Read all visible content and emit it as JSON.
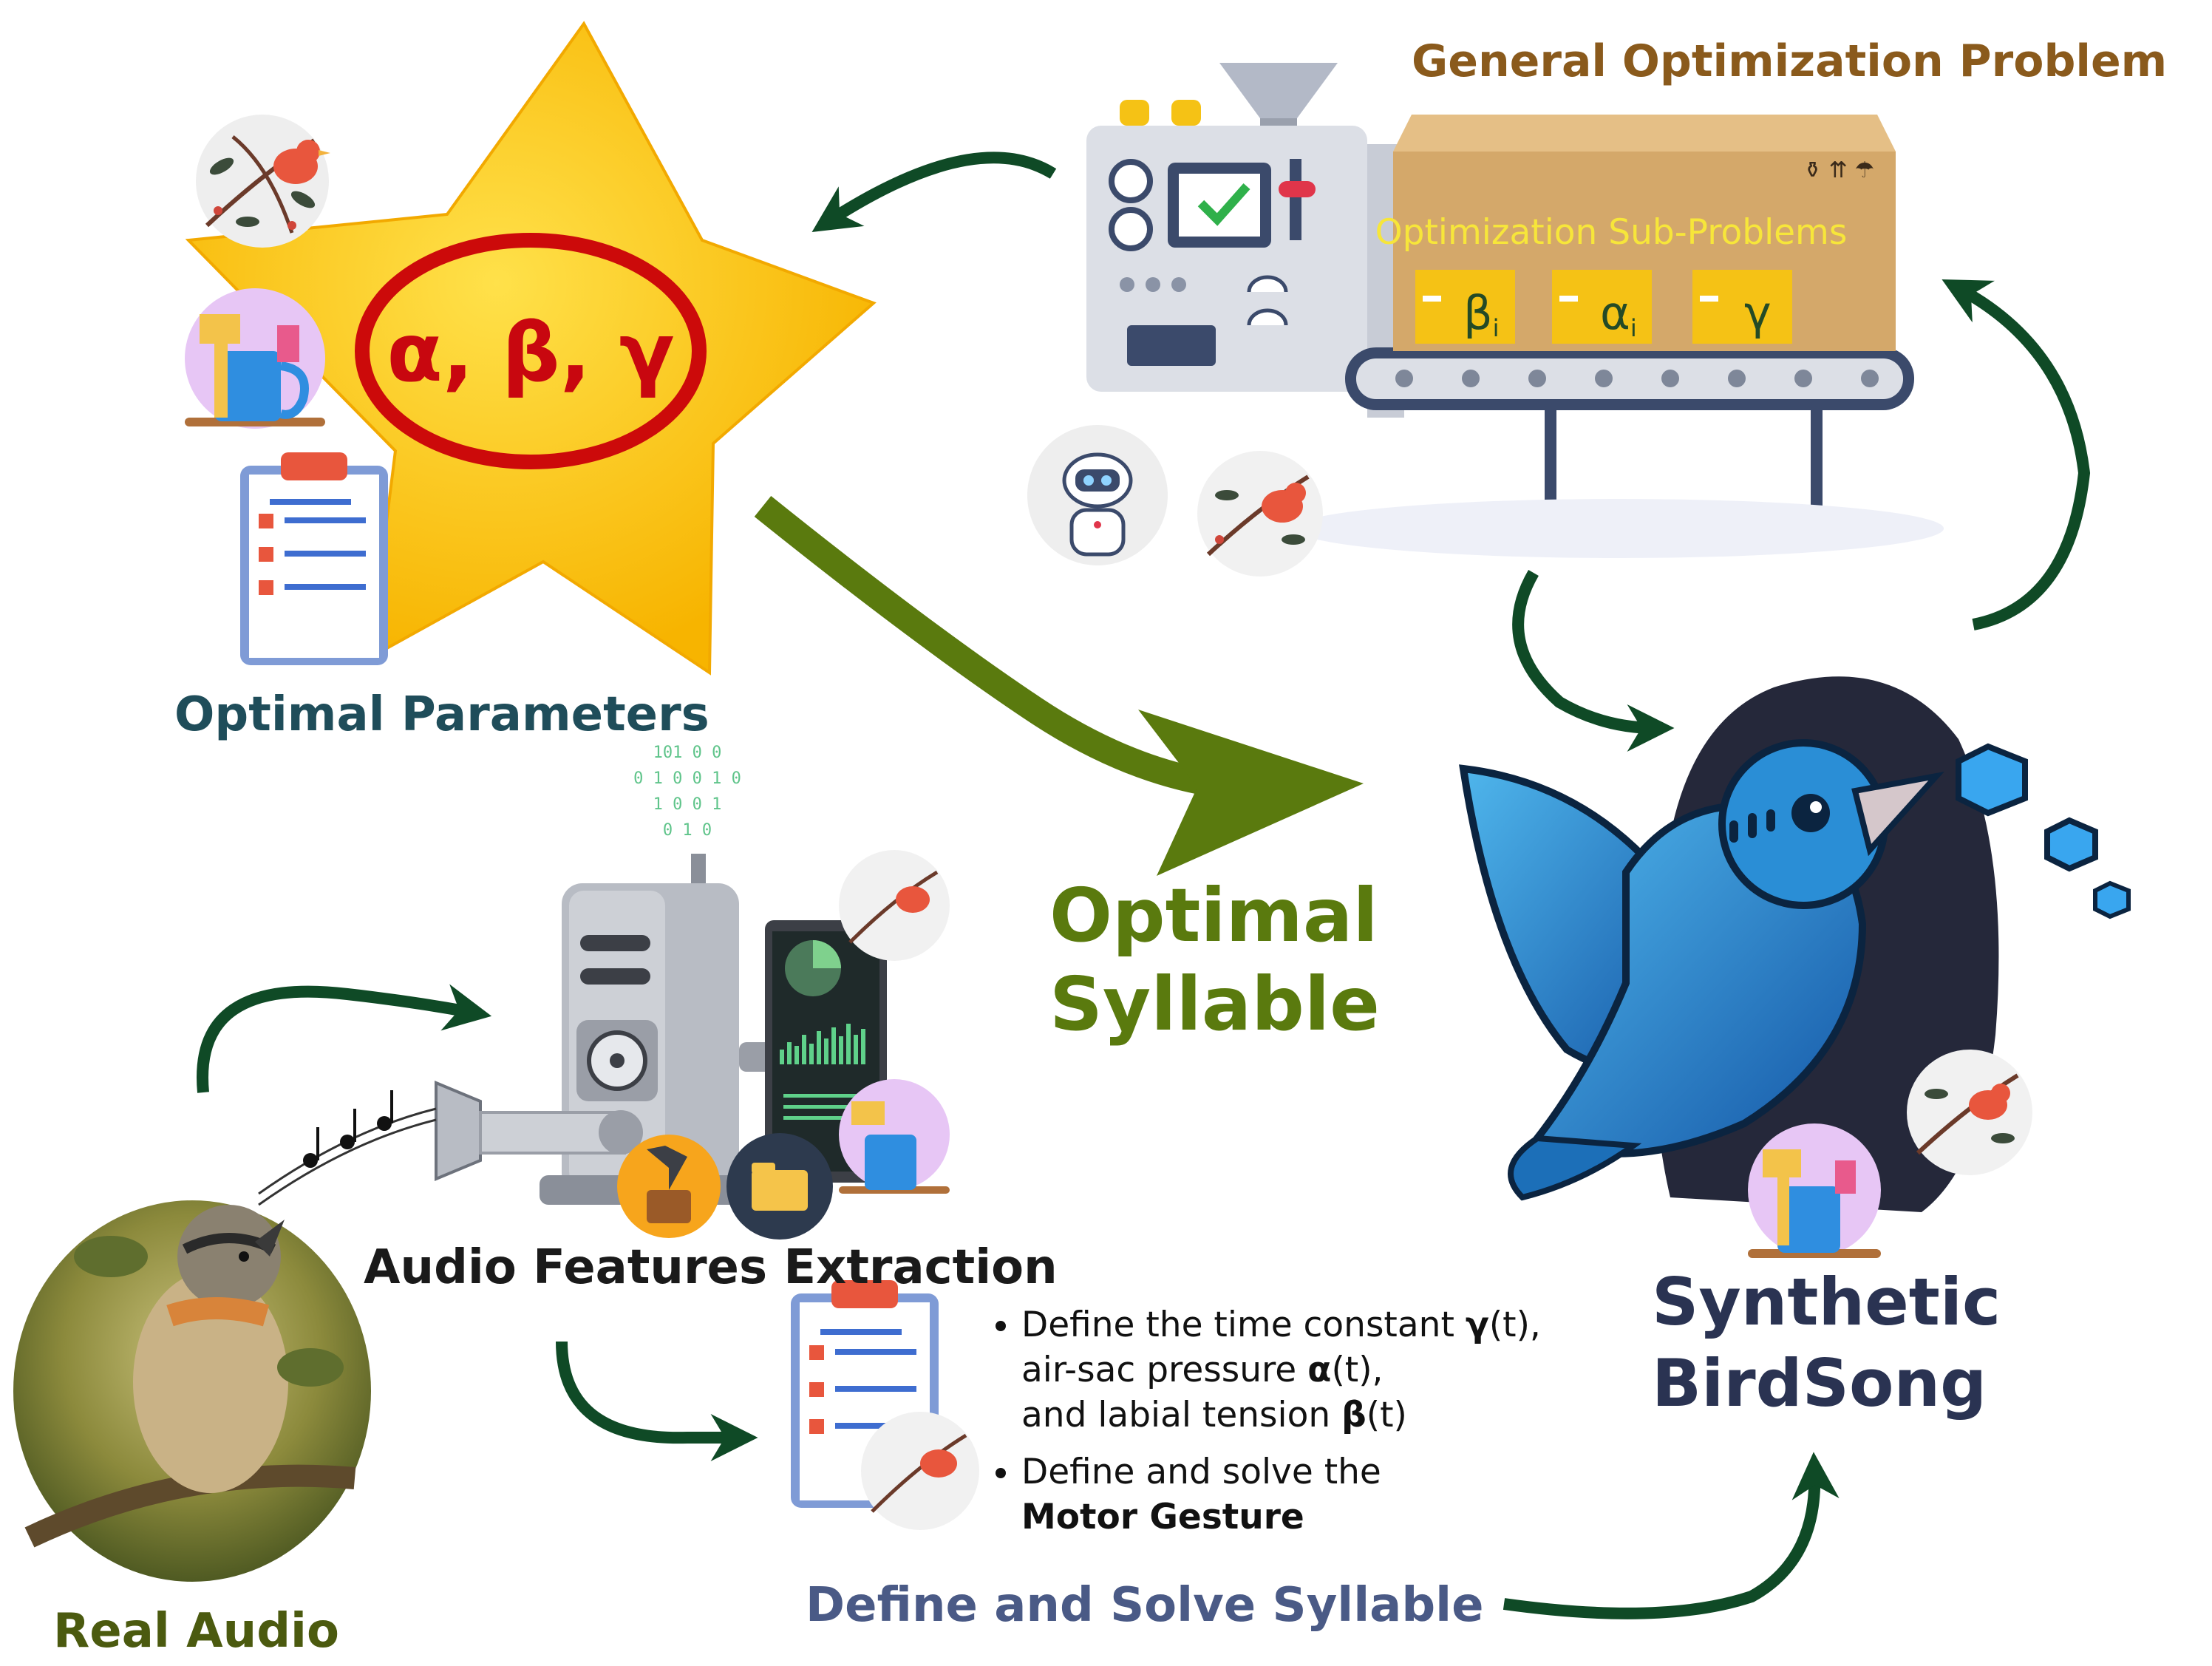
{
  "labels": {
    "general_problem": "General Optimization Problem",
    "sub_problems": "Optimization Sub-Problems",
    "box_beta": "β",
    "box_alpha": "α",
    "box_gamma": "γ",
    "box_subscript": "i",
    "params_in_star": "α, β, γ",
    "optimal_parameters": "Optimal Parameters",
    "optimal_syllable_line1": "Optimal",
    "optimal_syllable_line2": "Syllable",
    "audio_features": "Audio Features Extraction",
    "real_audio": "Real Audio",
    "define_solve": "Define and Solve Syllable",
    "synthetic_line1": "Synthetic",
    "synthetic_line2": "BirdSong",
    "binary_1": "101 0 0",
    "binary_2": "0 1 0 0 1 0",
    "binary_3": "1 0 0 1",
    "binary_4": "0 1 0",
    "box_side_marks": "⚱ ⇈ ☂"
  },
  "bullets": {
    "b1_pre": "Define the time constant ",
    "b1_sym": "γ",
    "b1_post": "(t),",
    "b1_line2_pre": "air-sac pressure ",
    "b1_line2_sym": "α",
    "b1_line2_post": "(t),",
    "b1_line3_pre": "and labial tension ",
    "b1_line3_sym": "β",
    "b1_line3_post": "(t)",
    "b2_line1": "Define and solve the",
    "b2_line2": "Motor Gesture"
  },
  "colors": {
    "dark_green_arrow": "#0f4a26",
    "olive_green": "#5a7a0e",
    "brown_title": "#8a5a1c",
    "teal_label": "#1f4d5a",
    "navy_label": "#2a3352",
    "slate_blue": "#4a5a86",
    "star_gold": "#ffc60a",
    "ellipse_red": "#cc0a0a",
    "crate": "#d4a86a",
    "bird_blue": "#1f7ec8"
  }
}
